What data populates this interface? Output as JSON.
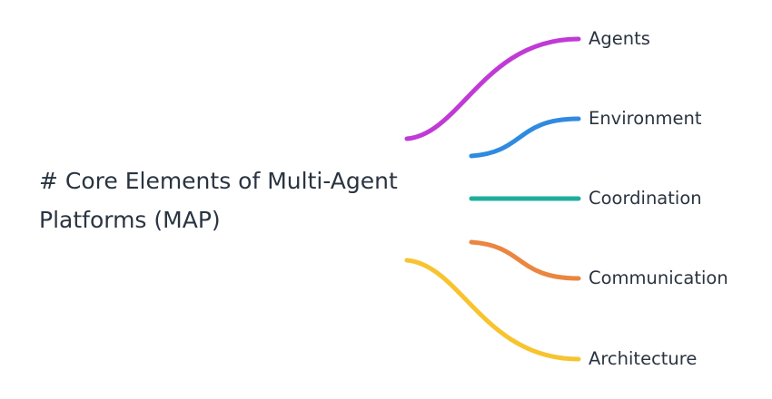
{
  "root": {
    "line1": "# Core Elements of Multi-Agent",
    "line2": "Platforms (MAP)"
  },
  "branches": [
    {
      "label": "Agents",
      "color": "#c03ad6"
    },
    {
      "label": "Environment",
      "color": "#2f8ae0"
    },
    {
      "label": "Coordination",
      "color": "#1fae9c"
    },
    {
      "label": "Communication",
      "color": "#ea8640"
    },
    {
      "label": "Architecture",
      "color": "#f7c430"
    }
  ]
}
